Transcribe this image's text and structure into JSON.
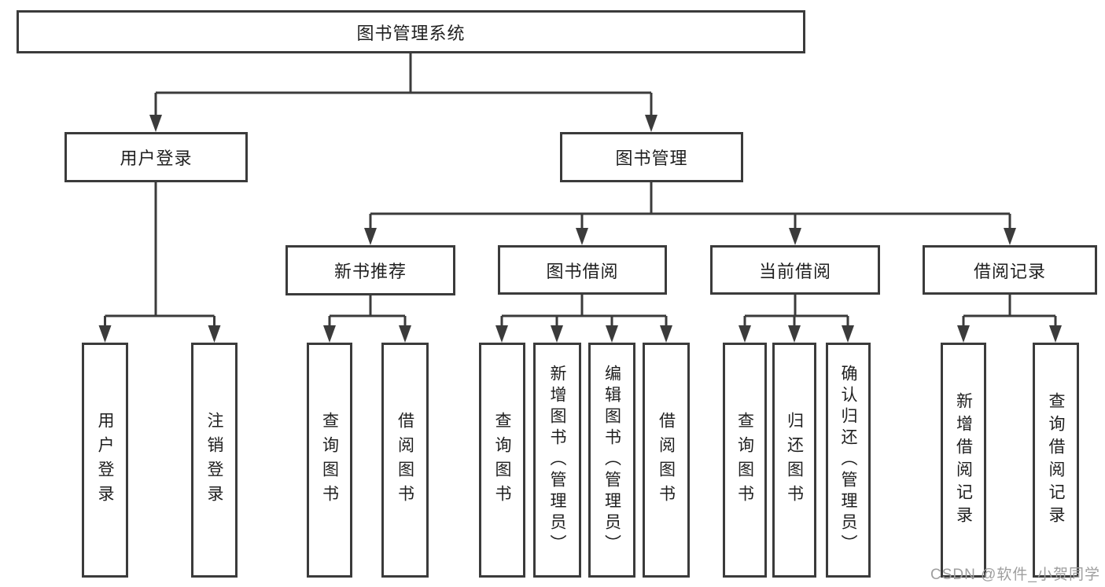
{
  "nodes": {
    "root": "图书管理系统",
    "user_login": "用户登录",
    "book_mgmt": "图书管理",
    "new_book_rec": "新书推荐",
    "book_borrow": "图书借阅",
    "current_borrow": "当前借阅",
    "borrow_records": "借阅记录",
    "leaf_user_login": "用户登录",
    "leaf_logout": "注销登录",
    "leaf_query_book_1": "查询图书",
    "leaf_borrow_book_1": "借阅图书",
    "leaf_query_book_2": "查询图书",
    "leaf_add_book": "新增图书（管理员）",
    "leaf_edit_book": "编辑图书（管理员）",
    "leaf_borrow_book_2": "借阅图书",
    "leaf_query_book_3": "查询图书",
    "leaf_return_book": "归还图书",
    "leaf_confirm_return": "确认归还（管理员）",
    "leaf_add_record": "新增借阅记录",
    "leaf_query_record": "查询借阅记录"
  },
  "watermark": "CSDN @软件_小贺同学",
  "colors": {
    "line": "#3b3b3b",
    "text": "#1f1f1f",
    "watermark": "#9e9e9e",
    "background": "#ffffff"
  }
}
